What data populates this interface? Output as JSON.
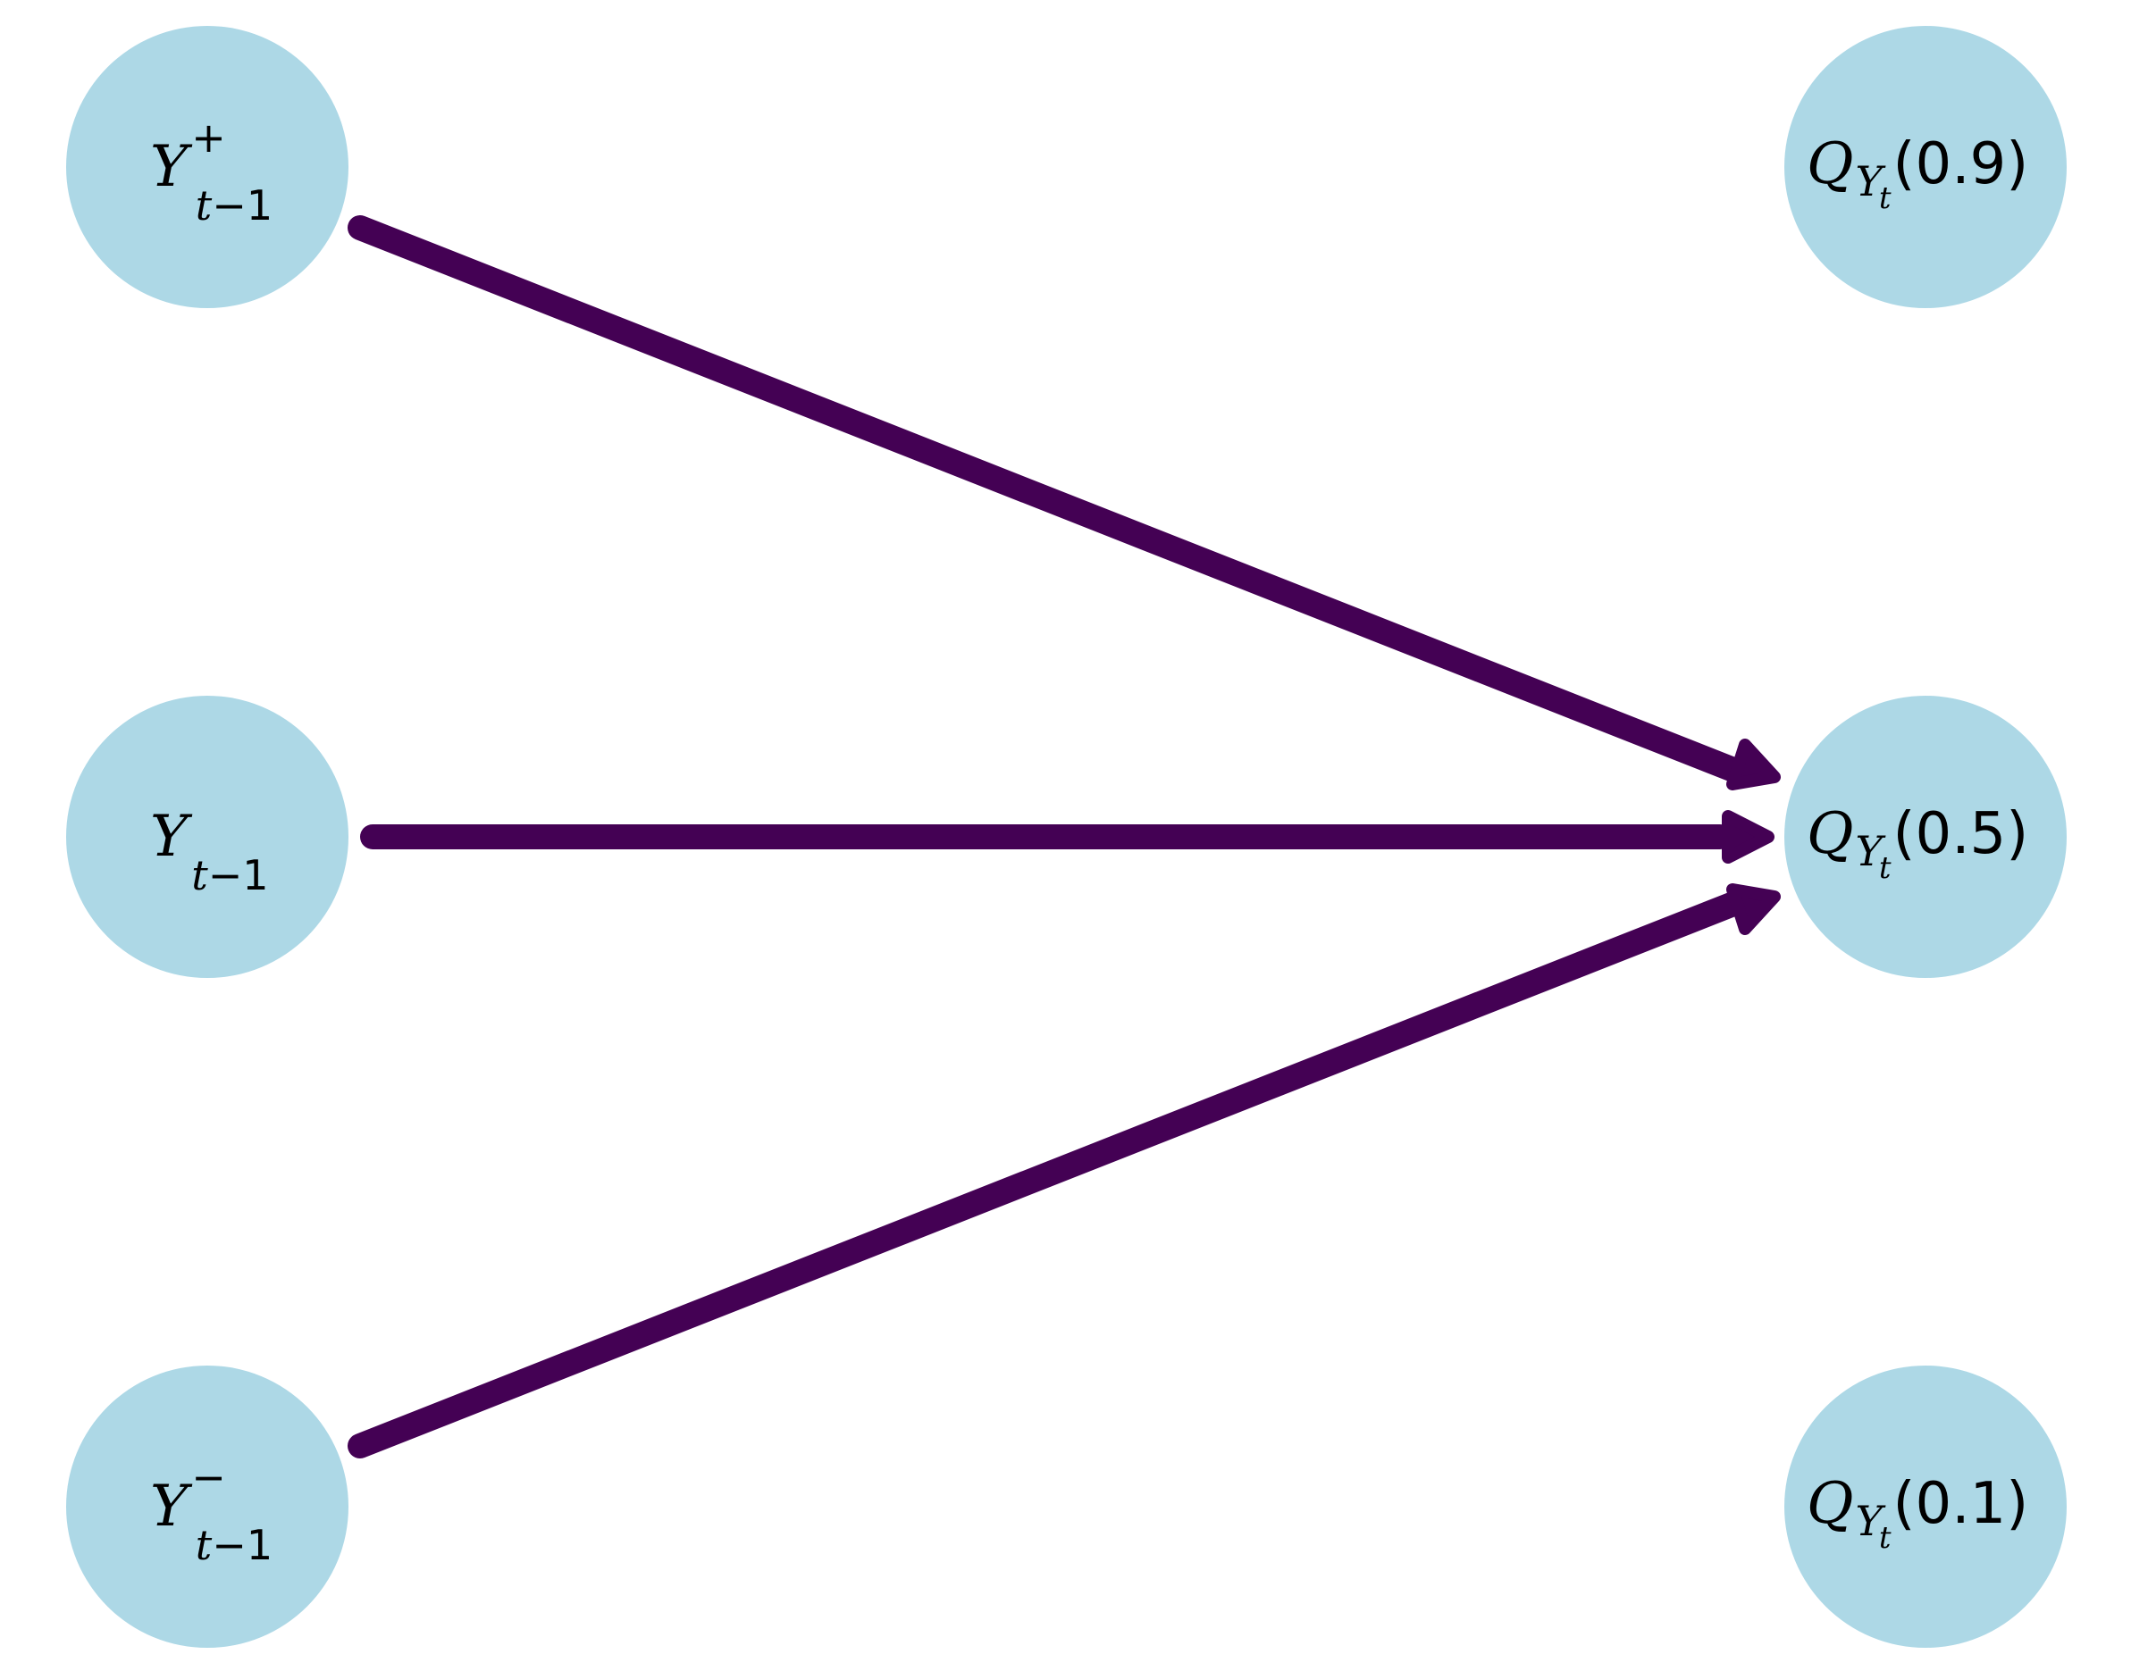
{
  "diagram": {
    "node_color": "#add8e6",
    "edge_color": "#440154",
    "nodes": {
      "y_plus": {
        "main": "Y",
        "sup": "+",
        "sub_var": "t",
        "sub_rest": "−1"
      },
      "y_mid": {
        "main": "Y",
        "sub_var": "t",
        "sub_rest": "−1"
      },
      "y_minus": {
        "main": "Y",
        "sup": "−",
        "sub_var": "t",
        "sub_rest": "−1"
      },
      "q_09": {
        "main": "Q",
        "sub_var": "Y",
        "subsub": "t",
        "arg": "(0.9)"
      },
      "q_05": {
        "main": "Q",
        "sub_var": "Y",
        "subsub": "t",
        "arg": "(0.5)"
      },
      "q_01": {
        "main": "Q",
        "sub_var": "Y",
        "subsub": "t",
        "arg": "(0.1)"
      }
    },
    "edges": [
      {
        "from": "y_plus",
        "to": "q_05"
      },
      {
        "from": "y_mid",
        "to": "q_05"
      },
      {
        "from": "y_minus",
        "to": "q_05"
      }
    ]
  }
}
